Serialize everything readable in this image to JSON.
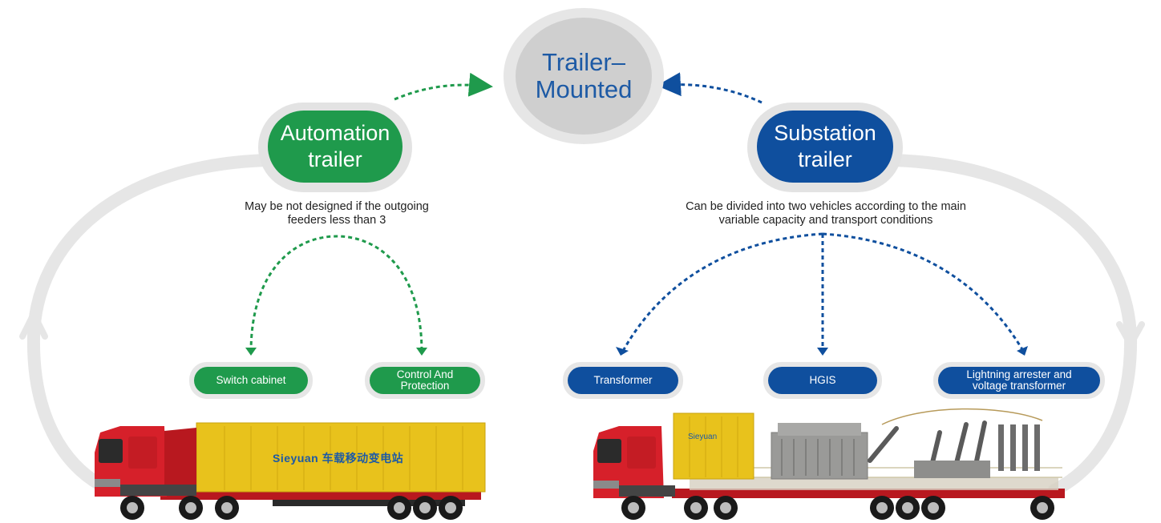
{
  "center": {
    "label": "Trailer–\nMounted"
  },
  "automation": {
    "label": "Automation\ntrailer",
    "note": "May  be not designed if the outgoing\nfeeders less than 3",
    "items": [
      {
        "label": "Switch cabinet"
      },
      {
        "label": "Control And\nProtection"
      }
    ]
  },
  "substation": {
    "label": "Substation\ntrailer",
    "note": "Can be divided into two vehicles according to the main\nvariable capacity and transport conditions",
    "items": [
      {
        "label": "Transformer"
      },
      {
        "label": "HGIS"
      },
      {
        "label": "Lightning arrester and\nvoltage transformer"
      }
    ]
  },
  "trucks": {
    "left_container_text": "Sieyuan 车载移动变电站",
    "right_box_text": "Sieyuan"
  },
  "colors": {
    "green": "#1f9a4c",
    "blue": "#0f4f9e",
    "center_text": "#1d5aa5",
    "truck_cab": "#d6202a",
    "container": "#e8c21c",
    "cycle_arc": "#e6e6e6"
  },
  "icons": [
    "cycle-arrow-left-icon",
    "cycle-arrow-right-icon",
    "dashed-arrow-icon"
  ]
}
